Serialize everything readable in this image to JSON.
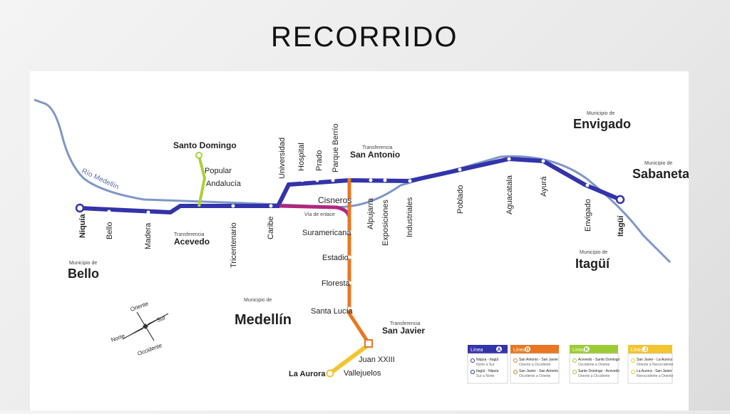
{
  "title": "RECORRIDO",
  "municipalities": {
    "envigado": {
      "small": "Municipio de",
      "name": "Envigado"
    },
    "sabaneta": {
      "small": "Municipio de",
      "name": "Sabaneta"
    },
    "itagui": {
      "small": "Municipio de",
      "name": "Itagüí"
    },
    "bello": {
      "small": "Municipio de",
      "name": "Bello"
    },
    "medellin": {
      "small": "Municipio de",
      "name": "Medellín"
    }
  },
  "river": "Río Medellín",
  "line_a_stations": [
    "Niquía",
    "Bello",
    "Madera",
    "Tricentenario",
    "Caribe",
    "Alpujarra",
    "Exposiciones",
    "Industriales",
    "Poblado",
    "Aguacatala",
    "Ayurá",
    "Envigado",
    "Itagüí"
  ],
  "upper_stations": [
    "Universidad",
    "Hospital",
    "Prado",
    "Parque Berrío"
  ],
  "line_k_stations": [
    "Santo Domingo",
    "Popular",
    "Andalucía"
  ],
  "line_b_stations": [
    "Cisneros",
    "Suramericana",
    "Estadio",
    "Floresta",
    "Santa Lucía"
  ],
  "line_j_stations": [
    "Juan XXIII",
    "Vallejuelos",
    "La Aurora"
  ],
  "transfers": {
    "acevedo": {
      "small": "Transferencia",
      "name": "Acevedo"
    },
    "san_antonio": {
      "small": "Transferencia",
      "name": "San Antonio"
    },
    "san_javier": {
      "small": "Transferencia",
      "name": "San Javier"
    }
  },
  "link_label": "Vía de enlace",
  "compass": {
    "north": "Norte",
    "south": "Sur",
    "east": "Oriente",
    "west": "Occidente"
  },
  "legend": [
    {
      "header": "Línea",
      "letter": "A",
      "color": "#3333aa",
      "rows": [
        {
          "route": "Niquía - Itagüí",
          "dir": "Norte a Sur"
        },
        {
          "route": "Itagüí - Niquía",
          "dir": "Sur a Norte"
        }
      ]
    },
    {
      "header": "Línea",
      "letter": "B",
      "color": "#e87722",
      "rows": [
        {
          "route": "San Antonio - San Javier",
          "dir": "Oriente a Occidente"
        },
        {
          "route": "San Javier - San Antonio",
          "dir": "Occidente a Oriente"
        }
      ]
    },
    {
      "header": "Línea",
      "letter": "K",
      "color": "#9ccc33",
      "rows": [
        {
          "route": "Acevedo - Santo Domingo",
          "dir": "Occidente a Oriente"
        },
        {
          "route": "Santo Domingo - Acevedo",
          "dir": "Oriente a Occidente"
        }
      ]
    },
    {
      "header": "Línea",
      "letter": "J",
      "color": "#f2c531",
      "rows": [
        {
          "route": "San Javier - La Aurora",
          "dir": "Oriente a Noroccidente"
        },
        {
          "route": "La Aurora - San Javier",
          "dir": "Noroccidente a Oriente"
        }
      ]
    }
  ],
  "colors": {
    "line_a": "#3333aa",
    "line_b": "#e87722",
    "line_k": "#a8d13a",
    "line_j": "#f2c531",
    "link": "#b0267f",
    "river": "#7e97c8"
  }
}
